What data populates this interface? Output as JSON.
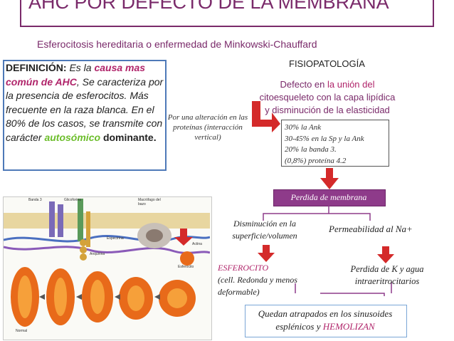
{
  "title": "AHC POR DEFECTO DE LA MEMBRANA",
  "subtitle": "Esferocitosis hereditaria o enfermedad de Minkowski-Chauffard",
  "fisiopatologia": "FISIOPATOLOGÍA",
  "definicion": {
    "label": "DEFINICIÓN:",
    "p1": " Es la ",
    "causa": "causa mas común de AHC",
    "p2": ", Se caracteriza por la presencia de esferocitos. Más frecuente en la raza blanca. En el 80% de los casos, se transmite con carácter ",
    "autosomico": "autosómico",
    "dominante": "dominante."
  },
  "defecto": {
    "p1": "Defecto en ",
    "union": "la unión del",
    "p2": "citoesqueleto con la capa lipídica y disminución de la elasticidad"
  },
  "alteracion": "Por una alteración en las proteínas (interacción vertical)",
  "stats": [
    "30% la Ank",
    "30-45% en la Sp y la Ank",
    "20% la banda 3.",
    "(0,8%) proteína 4.2"
  ],
  "perdida_membrana": "Perdida de membrana",
  "disminucion": "Disminución en la superficie/volumen",
  "permeabilidad": "Permeabilidad al Na+",
  "esferocito": {
    "title": "ESFEROCITO",
    "desc1": "(cell. Redonda y menos",
    "desc2": "deformable)"
  },
  "perdida_k": "Perdida de K y agua intraeritrocitarios",
  "final": {
    "p1": "Quedan atrapados en los sinusoides esplénicos y ",
    "hemolizan": "HEMOLIZAN"
  },
  "illustration": {
    "labels": [
      "Banda 3",
      "Glicoforina",
      "Anquirina",
      "Espectrina",
      "Actina",
      "Macrófago del bazo",
      "Esferocito",
      "Normal"
    ]
  },
  "colors": {
    "magenta": "#b0246a",
    "purple": "#7a2a6a",
    "blue_border": "#4e79b8",
    "arrow_red": "#d42a2a",
    "box_purple": "#8e3b8a"
  }
}
